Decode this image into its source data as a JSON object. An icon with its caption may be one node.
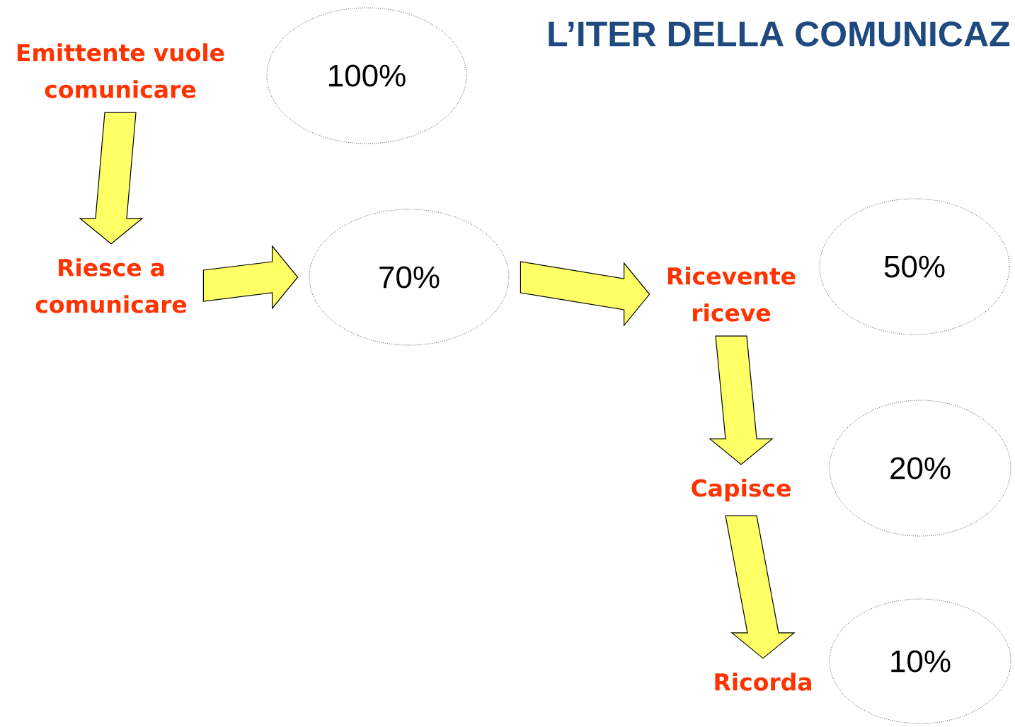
{
  "diagram": {
    "title": "L’ITER DELLA COMUNICAZ",
    "nodes": [
      {
        "text": [
          "Emittente vuole comunicare"
        ]
      },
      {
        "text": [
          "100%"
        ]
      },
      {
        "text": [
          "Riesce a comunicare"
        ]
      },
      {
        "text": [
          "70%"
        ]
      },
      {
        "text": [
          "Ricevente riceve"
        ]
      },
      {
        "text": [
          "50%"
        ]
      },
      {
        "text": [
          "Capisce"
        ]
      },
      {
        "text": [
          "20%"
        ]
      },
      {
        "text": [
          "Ricorda"
        ]
      },
      {
        "text": [
          "10%"
        ]
      }
    ],
    "edges": [
      {
        "from": 0,
        "to": 2,
        "arrow": "to"
      },
      {
        "from": 2,
        "to": 3,
        "arrow": "to"
      },
      {
        "from": 3,
        "to": 4,
        "arrow": "to"
      },
      {
        "from": 4,
        "to": 6,
        "arrow": "to"
      },
      {
        "from": 6,
        "to": 8,
        "arrow": "to"
      }
    ]
  }
}
